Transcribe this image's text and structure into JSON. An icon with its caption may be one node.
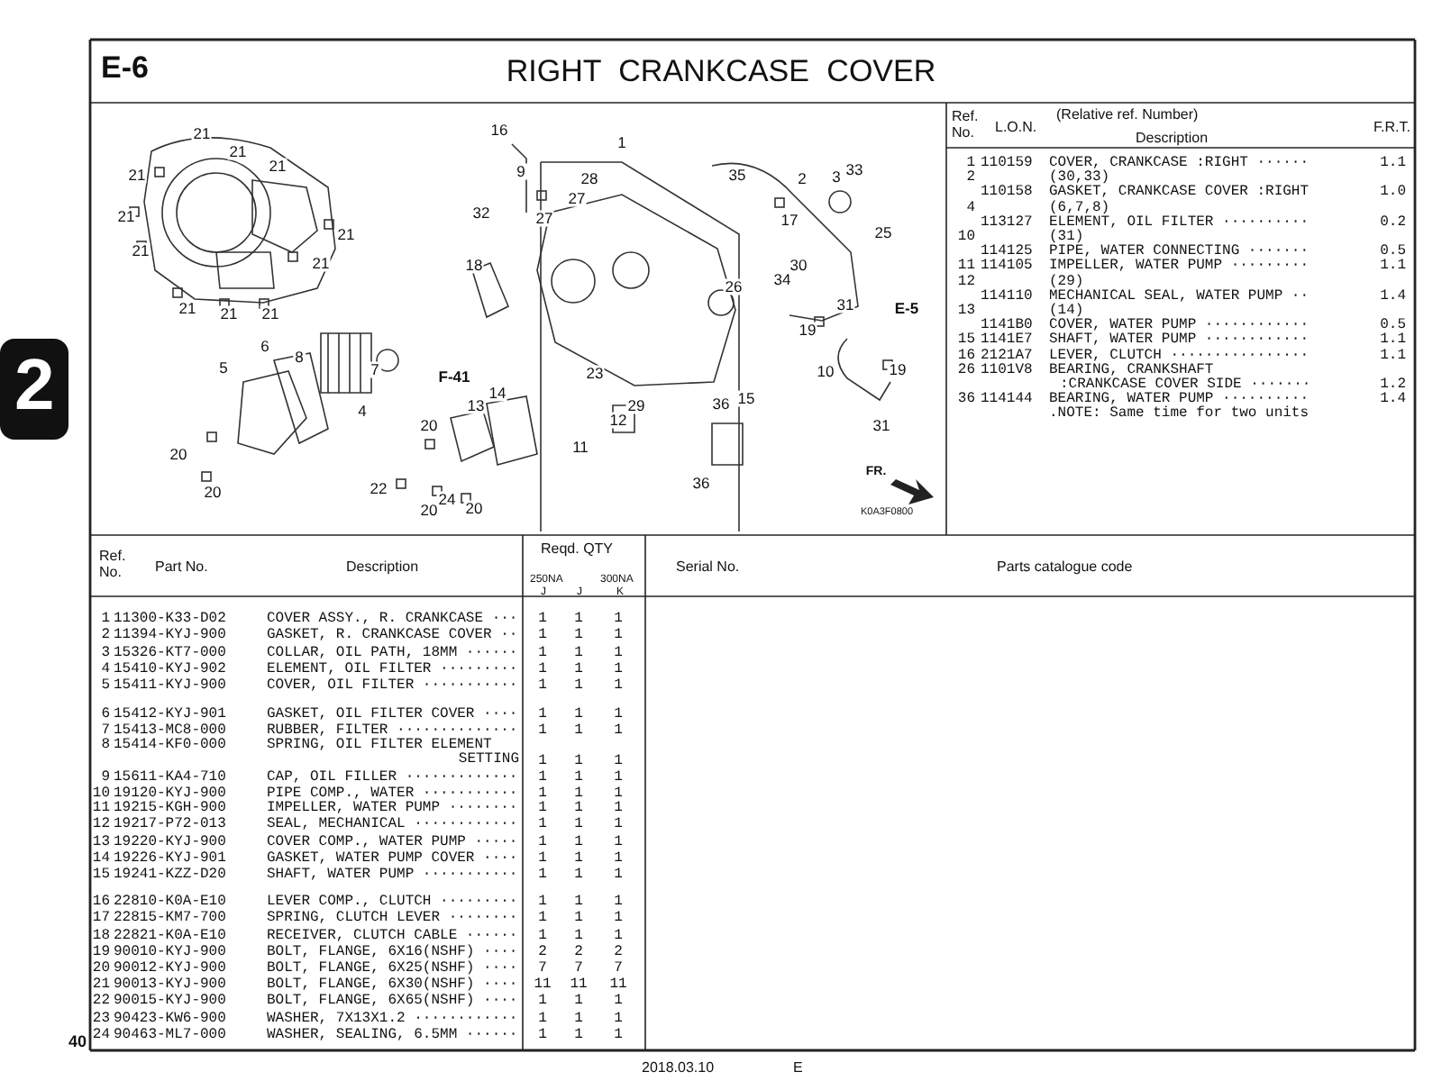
{
  "diagram": {
    "title": "RIGHT CRANKCASE COVER",
    "labels": [
      "E-6",
      "21",
      "16",
      "1",
      "21",
      "21",
      "21",
      "9",
      "28",
      "35",
      "2",
      "3",
      "33",
      "27",
      "21",
      "32",
      "27",
      "17",
      "21",
      "25",
      "21",
      "21",
      "18",
      "30",
      "26",
      "34",
      "21",
      "21",
      "21",
      "31",
      "E-5",
      "19",
      "6",
      "8",
      "5",
      "7",
      "F-41",
      "23",
      "10",
      "19",
      "14",
      "4",
      "13",
      "29",
      "36",
      "15",
      "20",
      "12",
      "31",
      "11",
      "20",
      "36",
      "FR.",
      "20",
      "22",
      "24",
      "20",
      "20",
      "K0A3F0800",
      "Ref. No.",
      "L.O.N.",
      "(Relative ref. Number)",
      "Description",
      "F.R.T.",
      "1",
      "110159",
      "COVER, CRANKCASE :RIGHT ······",
      "1.1",
      "2",
      "(30,33)",
      "110158",
      "GASKET, CRANKCASE COVER :RIGHT",
      "1.0",
      "4",
      "(6,7,8)",
      "113127",
      "ELEMENT, OIL FILTER ··········",
      "0.2",
      "10",
      "(31)",
      "114125",
      "PIPE, WATER CONNECTING ·······",
      "0.5",
      "11",
      "114105",
      "IMPELLER, WATER PUMP ·········",
      "1.1",
      "12",
      "(29)",
      "114110",
      "MECHANICAL SEAL, WATER PUMP ··",
      "1.4",
      "13",
      "(14)",
      "1141B0",
      "COVER, WATER PUMP ············",
      "0.5",
      "15",
      "1141E7",
      "SHAFT, WATER PUMP ············",
      "1.1",
      "16",
      "2121A7",
      "LEVER, CLUTCH ················",
      "1.1",
      "26",
      "1101V8",
      "BEARING, CRANKSHAFT",
      ":CRANKCASE COVER SIDE ·······",
      "1.2",
      "36",
      "114144",
      "BEARING, WATER PUMP ··········",
      "1.4",
      ".NOTE: Same time for two units",
      "2",
      "Ref. No.",
      "Part No.",
      "Description",
      "Reqd. QTY",
      "250NA",
      "300NA",
      "J",
      "J",
      "K",
      "Serial No.",
      "Parts catalogue code",
      "1",
      "11300-K33-D02",
      "COVER ASSY., R. CRANKCASE ···",
      "1",
      "1",
      "1",
      "2",
      "11394-KYJ-900",
      "GASKET, R. CRANKCASE COVER ··",
      "1",
      "1",
      "1",
      "3",
      "15326-KT7-000",
      "COLLAR, OIL PATH, 18MM ······",
      "1",
      "1",
      "1",
      "4",
      "15410-KYJ-902",
      "ELEMENT, OIL FILTER ·········",
      "1",
      "1",
      "1",
      "5",
      "15411-KYJ-900",
      "COVER, OIL FILTER ···········",
      "1",
      "1",
      "1",
      "6",
      "15412-KYJ-901",
      "GASKET, OIL FILTER COVER ····",
      "1",
      "1",
      "1",
      "7",
      "15413-MC8-000",
      "RUBBER, FILTER ··············",
      "1",
      "1",
      "1",
      "8",
      "15414-KF0-000",
      "SPRING, OIL FILTER ELEMENT SETTING",
      "1",
      "1",
      "1",
      "9",
      "15611-KA4-710",
      "CAP, OIL FILLER ·············",
      "1",
      "1",
      "1",
      "10",
      "19120-KYJ-900",
      "PIPE COMP., WATER ···········",
      "1",
      "1",
      "1",
      "11",
      "19215-KGH-900",
      "IMPELLER, WATER PUMP ········",
      "1",
      "1",
      "1",
      "12",
      "19217-P72-013",
      "SEAL, MECHANICAL ············",
      "1",
      "1",
      "1",
      "13",
      "19220-KYJ-900",
      "COVER COMP., WATER PUMP ·····",
      "1",
      "1",
      "1",
      "14",
      "19226-KYJ-901",
      "GASKET, WATER PUMP COVER ····",
      "1",
      "1",
      "1",
      "15",
      "19241-KZZ-D20",
      "SHAFT, WATER PUMP ···········",
      "1",
      "1",
      "1",
      "16",
      "22810-K0A-E10",
      "LEVER COMP., CLUTCH ·········",
      "1",
      "1",
      "1",
      "17",
      "22815-KM7-700",
      "SPRING, CLUTCH LEVER ········",
      "1",
      "1",
      "1",
      "18",
      "22821-K0A-E10",
      "RECEIVER, CLUTCH CABLE ······",
      "1",
      "1",
      "1",
      "19",
      "90010-KYJ-900",
      "BOLT, FLANGE, 6X16(NSHF) ····",
      "2",
      "2",
      "2",
      "20",
      "90012-KYJ-900",
      "BOLT, FLANGE, 6X25(NSHF) ····",
      "7",
      "7",
      "7",
      "21",
      "90013-KYJ-900",
      "BOLT, FLANGE, 6X30(NSHF) ····",
      "11",
      "11",
      "11",
      "22",
      "90015-KYJ-900",
      "BOLT, FLANGE, 6X65(NSHF) ····",
      "1",
      "1",
      "1",
      "23",
      "90423-KW6-900",
      "WASHER, 7X13X1.2 ············",
      "1",
      "1",
      "1",
      "24",
      "90463-ML7-000",
      "WASHER, SEALING, 6.5MM ······",
      "1",
      "1",
      "1",
      "40",
      "2018.03.10",
      "E"
    ]
  }
}
